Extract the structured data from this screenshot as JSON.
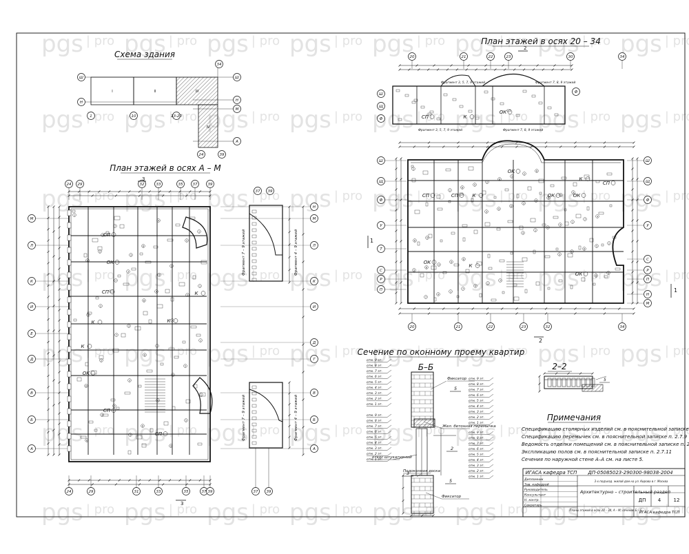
{
  "watermark": {
    "brand": "pgs",
    "suffix": "pro"
  },
  "titles": {
    "scheme": "Схема здания",
    "plan_am": "План этажей в осях А – М",
    "plan_2034": "План этажей в осях 20 – 34",
    "section_window": "Сечение по оконному проему квартир",
    "section_bb": "Б–Б",
    "section_22": "2–2",
    "notes_heading": "Примечания"
  },
  "scheme": {
    "blocks": [
      "I",
      "II",
      "III",
      "IV"
    ],
    "axes_top": [
      "34"
    ],
    "axes_bottom": [
      "1",
      "10",
      "13-20",
      "24",
      "39"
    ],
    "axes_side": [
      "Ш",
      "Н",
      "Ш",
      "Н",
      "М",
      "А"
    ]
  },
  "plan_am": {
    "axes_top": [
      "24",
      "29",
      "32",
      "33",
      "35",
      "37",
      "39"
    ],
    "axes_bottom": [
      "24",
      "29",
      "31",
      "33",
      "35",
      "37",
      "39"
    ],
    "axes_left": [
      "М",
      "Л",
      "К",
      "И",
      "Е",
      "Д",
      "В",
      "Б",
      "А"
    ],
    "axes_right": [
      "Н",
      "М",
      "Л",
      "К",
      "И",
      "Д",
      "Г",
      "В",
      "Б",
      "А"
    ],
    "rooms": [
      "СП",
      "ОК",
      "СП",
      "К",
      "К",
      "К",
      "ОК",
      "СП",
      "СП",
      "К"
    ],
    "fragment_labels": [
      "Фрагмент 7 – 9 этажей",
      "Фрагмент 4 – 9 этажей"
    ],
    "section_marks": [
      "3",
      "3"
    ]
  },
  "plan_2034": {
    "axes_top": [
      "20",
      "21",
      "22",
      "23",
      "30",
      "34"
    ],
    "axes_bottom": [
      "20",
      "21",
      "22",
      "23",
      "32",
      "34"
    ],
    "axes_left": [
      "Ш",
      "Щ",
      "Ф",
      "У",
      "Т",
      "С",
      "Р",
      "П"
    ],
    "axes_right": [
      "Ш",
      "Щ",
      "Ф",
      "У",
      "С",
      "Р",
      "П",
      "Н",
      "М"
    ],
    "rooms": [
      "СП",
      "СП",
      "К",
      "ОК",
      "ОК",
      "К",
      "ОК",
      "ОК",
      "СП",
      "К",
      "ОК"
    ],
    "fragment_labels": [
      "Фрагмент 3, 5, 7, 9 этажей",
      "Фрагмент 7, 8, 9 этажей",
      "Фрагмент 3, 5, 7, 9 этажей",
      "Фрагмент 7, 8, 9 этажей"
    ],
    "section_marks": [
      "2",
      "2",
      "1",
      "1"
    ]
  },
  "section_window": {
    "levels_left": [
      "отм. 9 эт.",
      "отм. 8 эт.",
      "отм. 7 эт.",
      "отм. 6 эт.",
      "отм. 5 эт.",
      "отм. 4 эт.",
      "отм. 3 эт.",
      "отм. 2 эт.",
      "отм. 1 эт."
    ],
    "levels_right": [
      "отм. 9 эт.",
      "отм. 8 эт.",
      "отм. 7 эт.",
      "отм. 6 эт.",
      "отм. 5 эт.",
      "отм. 4 эт.",
      "отм. 3 эт.",
      "отм. 2 эт.",
      "отм. 1 эт."
    ],
    "callouts": [
      "Фиксатор",
      "Жел. бетонная перемычка",
      "откос штукатурный",
      "Подоконная доска",
      "Фиксатор"
    ],
    "marks": [
      "5",
      "2",
      "3",
      "5"
    ]
  },
  "notes": [
    "Спецификацию столярных изделий см. в пояснительной записке п. 2.7.8",
    "Спецификацию перемычек см. в пояснительной записке п. 2.7.9",
    "Ведомость отделки помещений см. в пояснительной записке п. 2.7.10",
    "Экспликацию полов см. в пояснительной записке п. 2.7.11",
    "Сечения по наружной стене А–А см. на листе 5."
  ],
  "stamp": {
    "org": "ИГАСА кафедра ТСП",
    "code": "ДП-05085023-290300-98038-2004",
    "project": "3-х подъезд. жилой дом на ул. Кирова в г. Москва",
    "section": "Архитектурно – строительный раздел",
    "stage": "ДП",
    "sheet": "4",
    "sheets": "12",
    "sheet_title": "Планы этажей в осях 20 – 34, А – М; сечение Б – Б",
    "org2": "ИГАСА кафедра ТСП",
    "roles": [
      "Дипломник",
      "Зав. кафедрой",
      "Руководитель",
      "Консультант",
      "Н. контр.",
      "Секретарь"
    ]
  }
}
